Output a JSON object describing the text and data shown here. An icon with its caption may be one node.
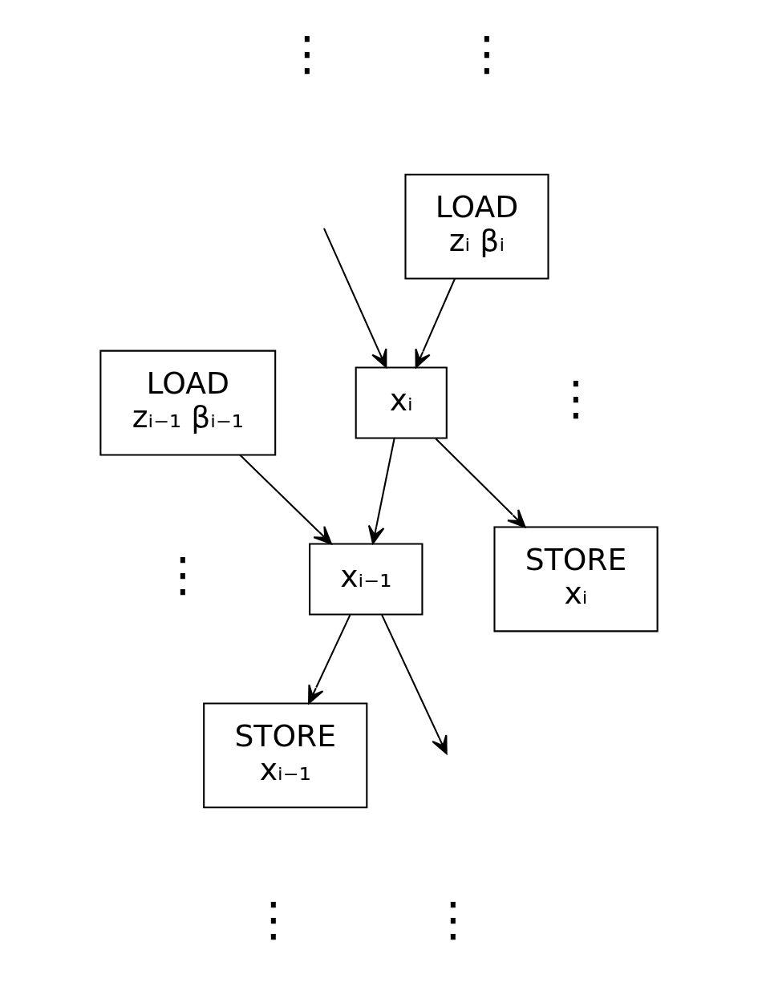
{
  "diagram": {
    "nodes": [
      {
        "text": [
          "LOAD",
          "zᵢ βᵢ"
        ]
      },
      {
        "text": [
          "xᵢ"
        ]
      },
      {
        "text": [
          "LOAD",
          "zᵢ₋₁ βᵢ₋₁"
        ]
      },
      {
        "text": [
          "xᵢ₋₁"
        ]
      },
      {
        "text": [
          "STORE",
          "xᵢ"
        ]
      },
      {
        "text": [
          "STORE",
          "xᵢ₋₁"
        ]
      }
    ],
    "edges": [
      {
        "from": null,
        "to": 1,
        "arrow": "to"
      },
      {
        "from": 0,
        "to": 1,
        "arrow": "to"
      },
      {
        "from": 1,
        "to": 3,
        "arrow": "to"
      },
      {
        "from": 1,
        "to": 4,
        "arrow": "to"
      },
      {
        "from": 2,
        "to": 3,
        "arrow": "to"
      },
      {
        "from": 3,
        "to": null,
        "arrow": "to"
      },
      {
        "from": 3,
        "to": 5,
        "arrow": "to"
      }
    ],
    "labels": [
      "⋮",
      "⋮",
      "⋮",
      "⋮",
      "⋮",
      "⋮"
    ]
  }
}
